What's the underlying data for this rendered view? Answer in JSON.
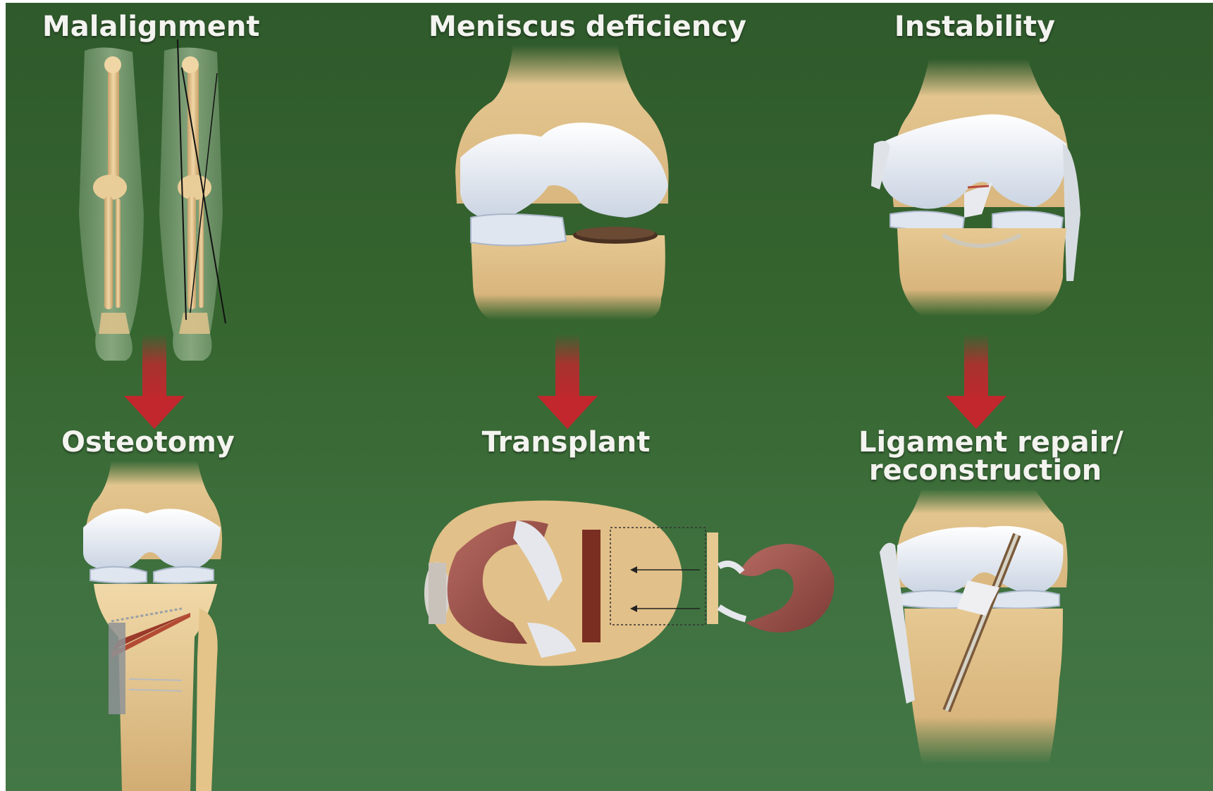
{
  "diagram": {
    "top_row": [
      {
        "label": "Malalignment"
      },
      {
        "label": "Meniscus deficiency"
      },
      {
        "label": "Instability"
      }
    ],
    "bottom_row": [
      {
        "label": "Osteotomy"
      },
      {
        "label": "Transplant"
      },
      {
        "label_line1": "Ligament repair/",
        "label_line2": "reconstruction"
      }
    ]
  },
  "colors": {
    "background_top": "#2f5a2c",
    "background_bottom": "#447746",
    "arrow": "#c1272d",
    "bone": "#e7c98f",
    "cartilage": "#e9eef5",
    "meniscus_red": "#8e4a44"
  },
  "icons": [
    "legs-alignment-icon",
    "knee-meniscus-icon",
    "knee-ligament-icon",
    "osteotomy-knee-icon",
    "meniscus-transplant-icon",
    "ligament-reconstruction-icon",
    "arrow-down-icon"
  ]
}
